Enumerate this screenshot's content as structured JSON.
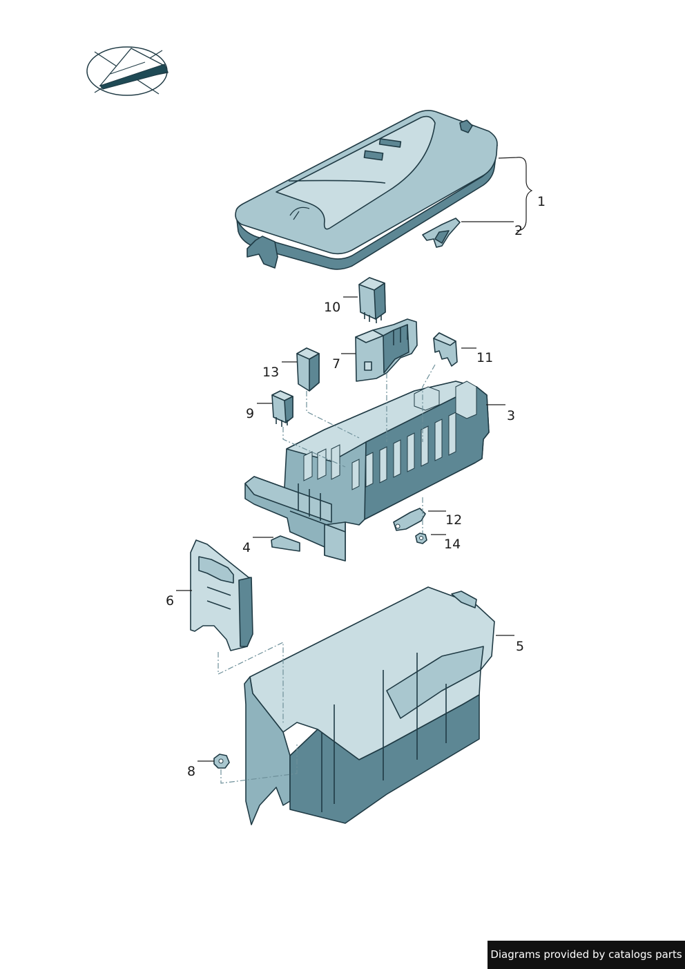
{
  "callouts": {
    "c1": "1",
    "c2": "2",
    "c3": "3",
    "c4": "4",
    "c5": "5",
    "c6": "6",
    "c7": "7",
    "c8": "8",
    "c9": "9",
    "c10": "10",
    "c11": "11",
    "c12": "12",
    "c13": "13",
    "c14": "14"
  },
  "footer": {
    "credit": "Diagrams provided by catalogs parts"
  }
}
